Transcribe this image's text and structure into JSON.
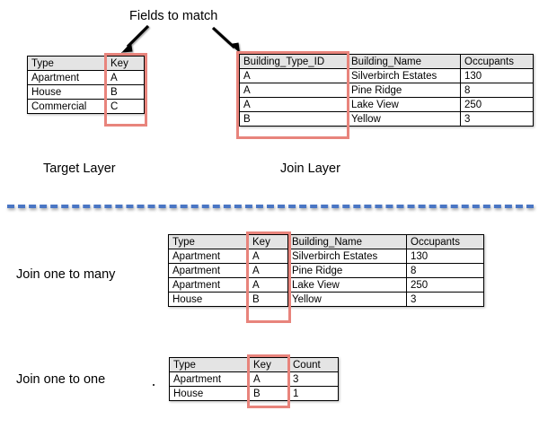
{
  "annotations": {
    "fields_to_match": "Fields to match",
    "target_layer": "Target Layer",
    "join_layer": "Join Layer",
    "join_one_to_many": "Join one to many",
    "join_one_to_one": "Join one to one"
  },
  "colors": {
    "highlight_red": "#e8847c",
    "divider_blue": "#4a76c4",
    "header_gray": "#e4e4e4",
    "border_black": "#000000"
  },
  "icons": {
    "arrow_left": "arrow-down-left-icon",
    "arrow_right": "arrow-down-right-icon"
  },
  "tables": {
    "target_layer": {
      "headers": [
        "Type",
        "Key"
      ],
      "rows": [
        [
          "Apartment",
          "A"
        ],
        [
          "House",
          "B"
        ],
        [
          "Commercial",
          "C"
        ]
      ],
      "highlight_column": "Key"
    },
    "join_layer": {
      "headers": [
        "Building_Type_ID",
        "Building_Name",
        "Occupants"
      ],
      "rows": [
        [
          "A",
          "Silverbirch Estates",
          "130"
        ],
        [
          "A",
          "Pine Ridge",
          "8"
        ],
        [
          "A",
          "Lake View",
          "250"
        ],
        [
          "B",
          "Yellow",
          "3"
        ]
      ],
      "highlight_column": "Building_Type_ID"
    },
    "one_to_many": {
      "headers": [
        "Type",
        "Key",
        "Building_Name",
        "Occupants"
      ],
      "rows": [
        [
          "Apartment",
          "A",
          "Silverbirch Estates",
          "130"
        ],
        [
          "Apartment",
          "A",
          "Pine Ridge",
          "8"
        ],
        [
          "Apartment",
          "A",
          "Lake View",
          "250"
        ],
        [
          "House",
          "B",
          "Yellow",
          "3"
        ]
      ],
      "highlight_column": "Key"
    },
    "one_to_one": {
      "headers": [
        "Type",
        "Key",
        "Count"
      ],
      "rows": [
        [
          "Apartment",
          "A",
          "3"
        ],
        [
          "House",
          "B",
          "1"
        ]
      ],
      "highlight_column": "Key"
    }
  }
}
